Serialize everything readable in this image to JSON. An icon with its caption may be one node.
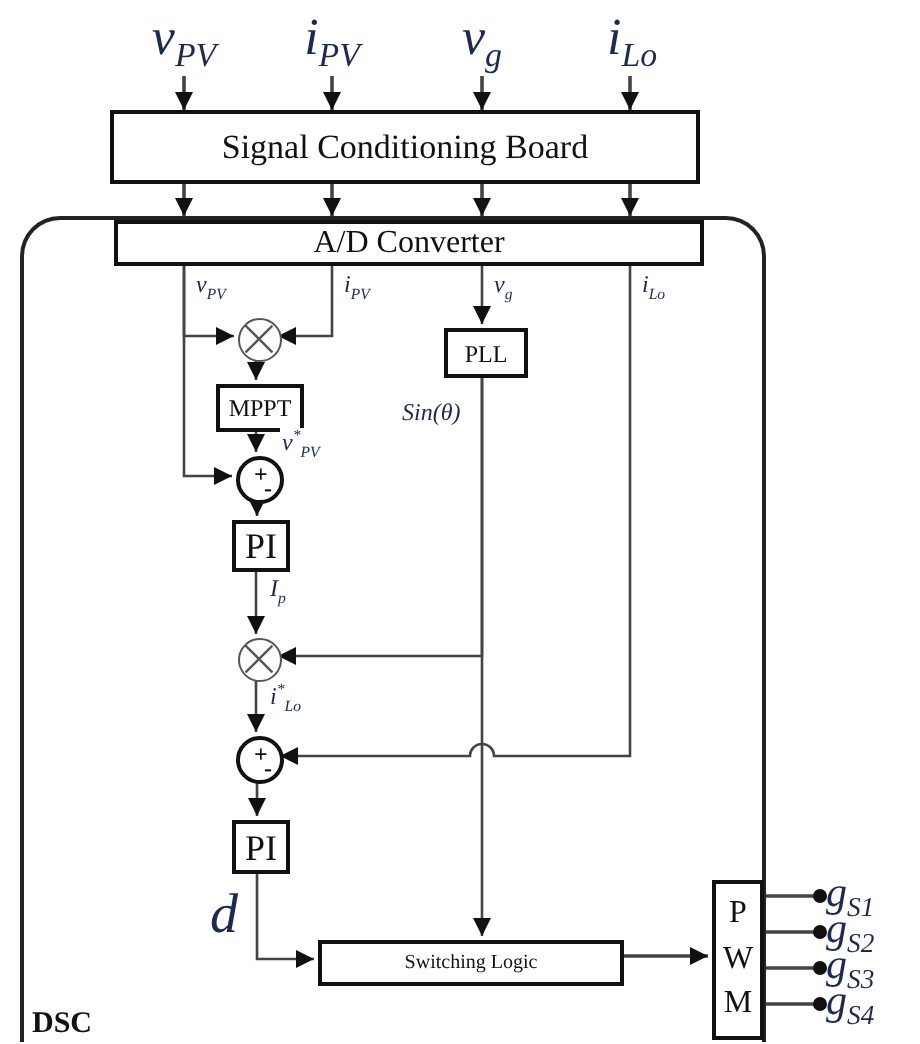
{
  "diagram": {
    "nodes": [
      {
        "text": [
          "DSC"
        ]
      },
      {
        "text": [
          "v$_{PV}$"
        ]
      },
      {
        "text": [
          "i$_{PV}$"
        ]
      },
      {
        "text": [
          "v$_{g}$"
        ]
      },
      {
        "text": [
          "i$_{Lo}$"
        ]
      },
      {
        "text": [
          "Signal Conditioning Board"
        ]
      },
      {
        "text": [
          "A/D Converter"
        ],
        "in": 0
      },
      {
        "text": [],
        "shape": "circle",
        "in": 0
      },
      {
        "text": [
          "MPPT"
        ],
        "in": 0
      },
      {
        "text": [
          "+",
          "-"
        ],
        "in": 0
      },
      {
        "text": [
          "PI"
        ],
        "in": 0
      },
      {
        "text": [],
        "shape": "circle",
        "in": 0
      },
      {
        "text": [
          "+",
          "-"
        ],
        "in": 0
      },
      {
        "text": [
          "PI"
        ],
        "in": 0
      },
      {
        "text": [
          "PLL"
        ],
        "in": 0
      },
      {
        "text": [
          "Switching Logic"
        ],
        "in": 0
      },
      {
        "text": [
          "P W M"
        ],
        "in": 0
      },
      {
        "text": [
          "g$_{S1}$"
        ]
      },
      {
        "text": [
          "g$_{S2}$"
        ]
      },
      {
        "text": [
          "g$_{S3}$"
        ]
      },
      {
        "text": [
          "g$_{S4}$"
        ]
      }
    ],
    "edges": [
      {
        "from": 1,
        "to": 5,
        "arrow": "to"
      },
      {
        "from": 2,
        "to": 5,
        "arrow": "to"
      },
      {
        "from": 3,
        "to": 5,
        "arrow": "to"
      },
      {
        "from": 4,
        "to": 5,
        "arrow": "to"
      },
      {
        "from": 5,
        "to": 6,
        "arrow": "to"
      },
      {
        "from": 5,
        "to": 6,
        "arrow": "to"
      },
      {
        "from": 5,
        "to": 6,
        "arrow": "to"
      },
      {
        "from": 5,
        "to": 6,
        "arrow": "to"
      },
      {
        "from": 6,
        "to": 7,
        "label": "v$_{PV}$",
        "arrow": "to"
      },
      {
        "from": 6,
        "to": 9,
        "arrow": "to"
      },
      {
        "from": 6,
        "to": 7,
        "label": "i$_{PV}$",
        "arrow": "to"
      },
      {
        "from": 7,
        "to": 8,
        "arrow": "to"
      },
      {
        "from": 8,
        "to": 9,
        "label": "v$^{*}$$_{PV}$",
        "arrow": "to"
      },
      {
        "from": 9,
        "to": 10,
        "arrow": "to"
      },
      {
        "from": 10,
        "to": 11,
        "label": "I$_{p}$",
        "arrow": "to"
      },
      {
        "from": 6,
        "to": 14,
        "label": "v$_{g}$",
        "arrow": "to"
      },
      {
        "from": 14,
        "to": 11,
        "label": "Sin(θ)",
        "arrow": "to"
      },
      {
        "from": 14,
        "to": 15,
        "arrow": "to"
      },
      {
        "from": 11,
        "to": 12,
        "label": "i$^{*}$$_{Lo}$",
        "arrow": "to"
      },
      {
        "from": 6,
        "to": 12,
        "label": "i$_{Lo}$",
        "arrow": "to"
      },
      {
        "from": 12,
        "to": 13,
        "arrow": "to"
      },
      {
        "from": 13,
        "to": 15,
        "label": "d",
        "arrow": "to"
      },
      {
        "from": 15,
        "to": 16,
        "arrow": "to"
      },
      {
        "from": 16,
        "to": 17,
        "arrow": "other"
      },
      {
        "from": 16,
        "to": 18,
        "arrow": "other"
      },
      {
        "from": 16,
        "to": 19,
        "arrow": "other"
      },
      {
        "from": 16,
        "to": 20,
        "arrow": "other"
      }
    ]
  }
}
